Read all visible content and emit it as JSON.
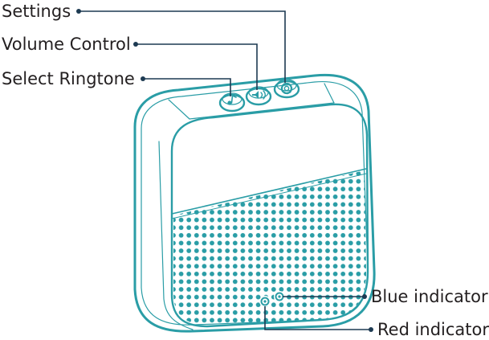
{
  "callouts": {
    "settings": "Settings",
    "volume_control": "Volume Control",
    "select_ringtone": "Select Ringtone",
    "blue_indicator": "Blue indicator",
    "red_indicator": "Red indicator"
  },
  "colors": {
    "device_outline": "#2a9da6",
    "leader_line": "#1d3a52",
    "label_text": "#231f20",
    "background": "#ffffff"
  },
  "icons": {
    "settings_button": "gear-icon",
    "volume_button": "volume-icon",
    "ringtone_button": "music-note-icon"
  }
}
